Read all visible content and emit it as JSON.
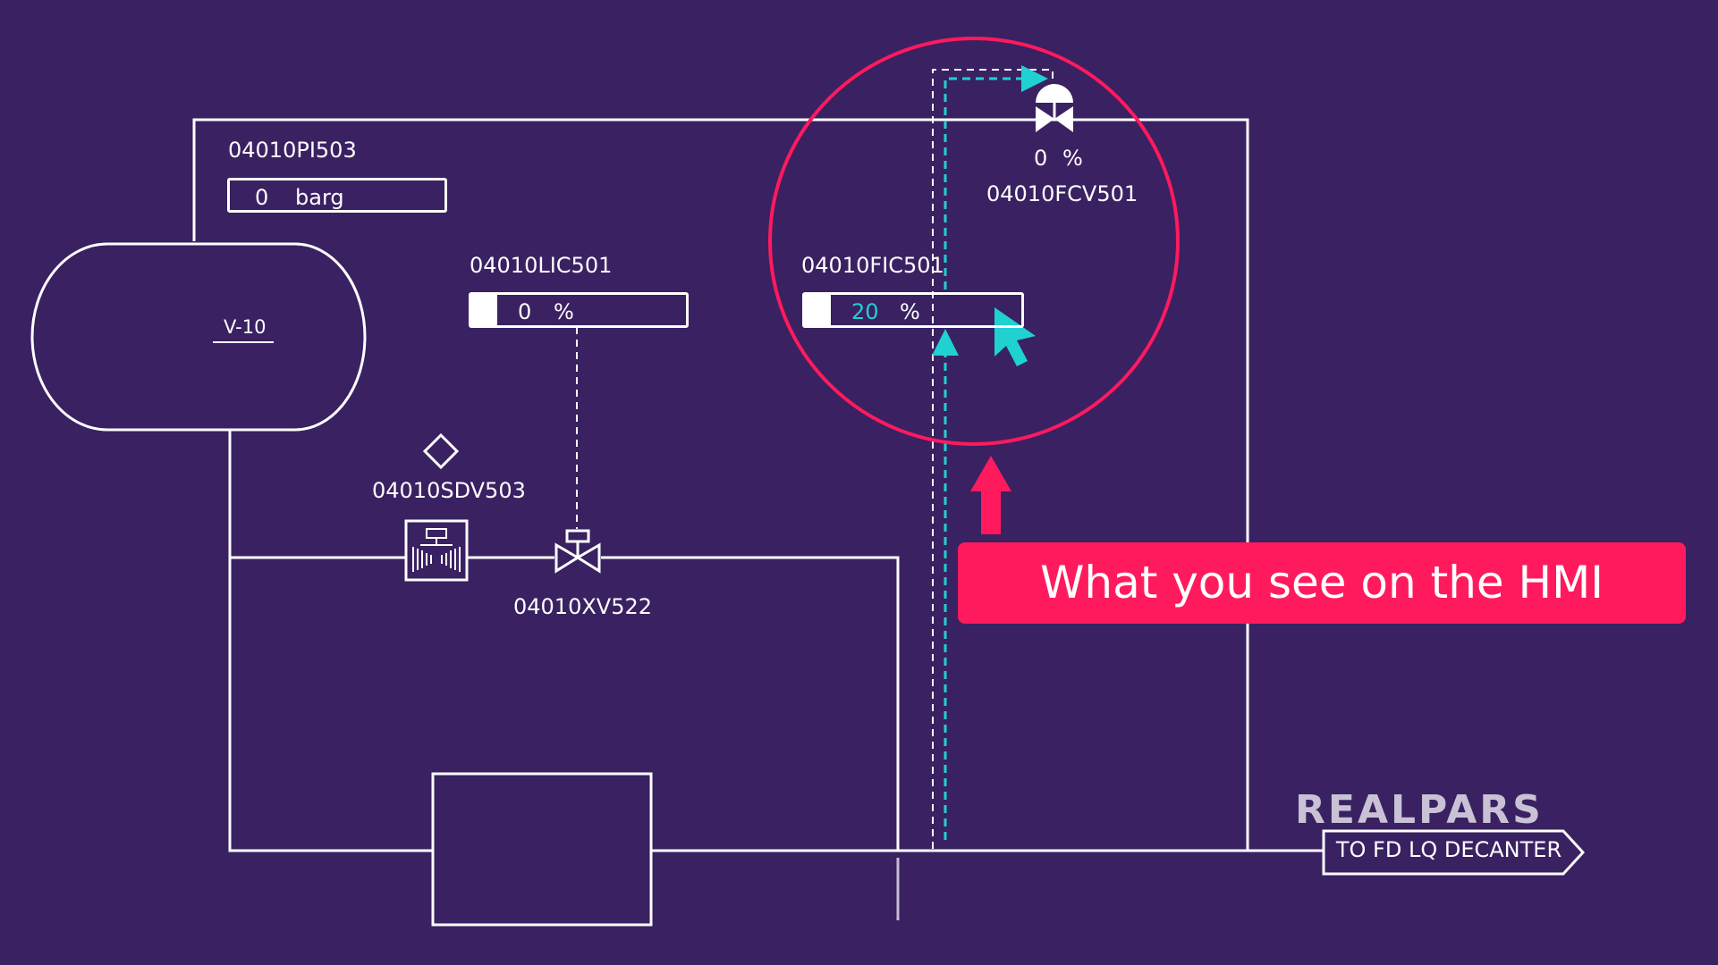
{
  "vessel": {
    "tag": "V-10"
  },
  "pressure_indicator": {
    "tag": "04010PI503",
    "value": "0",
    "unit": "barg"
  },
  "level_controller": {
    "tag": "04010LIC501",
    "value": "0",
    "unit": "%",
    "fill_fraction": 0.12
  },
  "flow_controller": {
    "tag": "04010FIC501",
    "value": "20",
    "unit": "%",
    "fill_fraction": 0.12,
    "value_color": "#1fd1d1"
  },
  "flow_control_valve": {
    "tag": "04010FCV501",
    "value": "0",
    "unit": "%"
  },
  "shutdown_valve": {
    "tag": "04010SDV503"
  },
  "on_off_valve": {
    "tag": "04010XV522"
  },
  "callout": {
    "text": "What you see on the HMI",
    "color": "#ff1a5e"
  },
  "destination": {
    "label": "TO FD LQ DECANTER"
  },
  "brand": {
    "name": "REALPARS"
  },
  "colors": {
    "background": "#3a2162",
    "line": "#ffffff",
    "signal": "#1fd1d1",
    "highlight": "#ff1a5e"
  }
}
